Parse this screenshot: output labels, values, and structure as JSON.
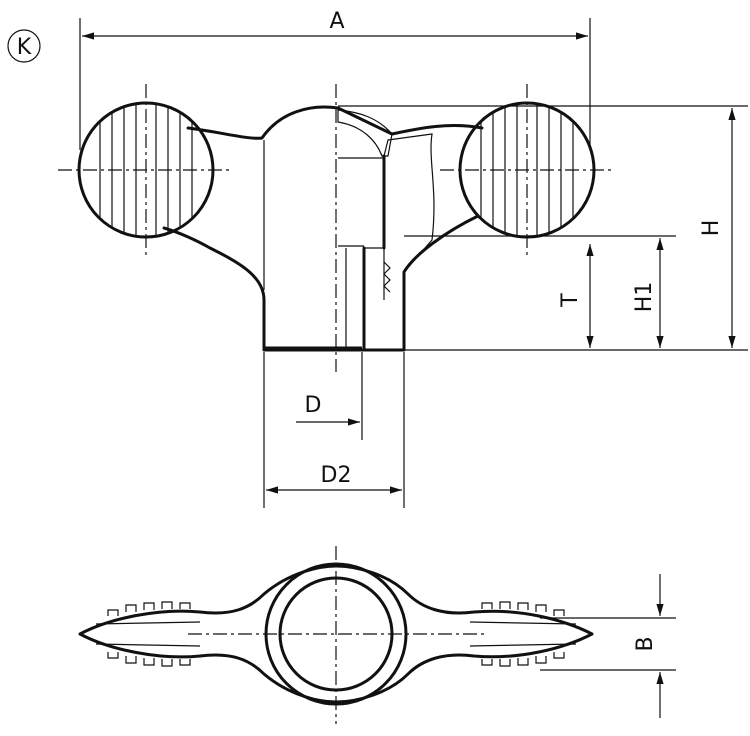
{
  "drawing": {
    "variant_marker": "K",
    "dimensions": {
      "A": "A",
      "H": "H",
      "H1": "H1",
      "T": "T",
      "D": "D",
      "D2": "D2",
      "B": "B"
    }
  }
}
